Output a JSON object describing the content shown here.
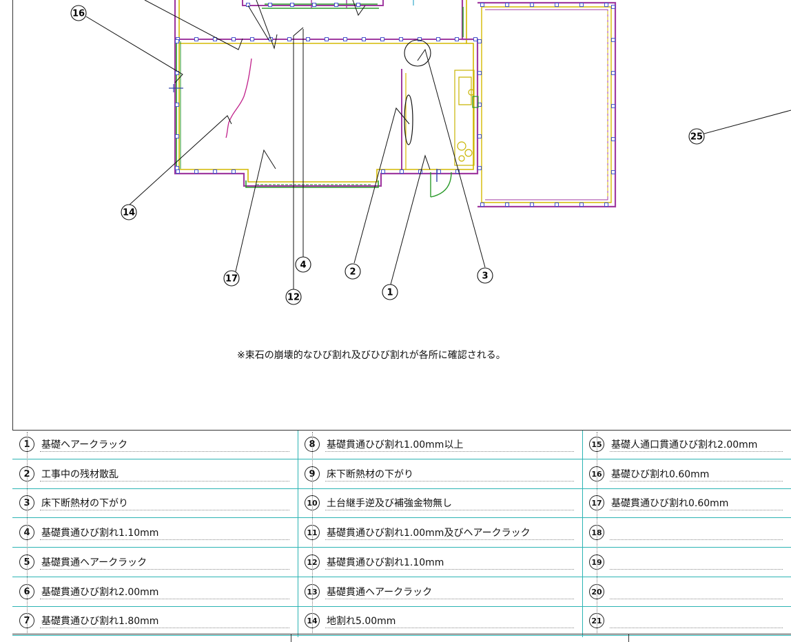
{
  "note": "※束石の崩壊的なひび割れ及びひび割れが各所に確認される。",
  "callouts": [
    {
      "label": "16"
    },
    {
      "label": "25"
    },
    {
      "label": "14"
    },
    {
      "label": "17"
    },
    {
      "label": "12"
    },
    {
      "label": "4"
    },
    {
      "label": "2"
    },
    {
      "label": "1"
    },
    {
      "label": "3"
    }
  ],
  "legend": {
    "columns": [
      {
        "items": [
          {
            "num": "1",
            "text": "基礎ヘアークラック"
          },
          {
            "num": "2",
            "text": "工事中の残材散乱"
          },
          {
            "num": "3",
            "text": "床下断熱材の下がり"
          },
          {
            "num": "4",
            "text": "基礎貫通ひび割れ1.10mm"
          },
          {
            "num": "5",
            "text": "基礎貫通ヘアークラック"
          },
          {
            "num": "6",
            "text": "基礎貫通ひび割れ2.00mm"
          },
          {
            "num": "7",
            "text": "基礎貫通ひび割れ1.80mm"
          }
        ]
      },
      {
        "items": [
          {
            "num": "8",
            "text": "基礎貫通ひび割れ1.00mm以上"
          },
          {
            "num": "9",
            "text": "床下断熱材の下がり"
          },
          {
            "num": "10",
            "text": "土台継手逆及び補強金物無し"
          },
          {
            "num": "11",
            "text": "基礎貫通ひび割れ1.00mm及びヘアークラック"
          },
          {
            "num": "12",
            "text": "基礎貫通ひび割れ1.10mm"
          },
          {
            "num": "13",
            "text": "基礎貫通ヘアークラック"
          },
          {
            "num": "14",
            "text": "地割れ5.00mm"
          }
        ]
      },
      {
        "items": [
          {
            "num": "15",
            "text": "基礎人通口貫通ひび割れ2.00mm"
          },
          {
            "num": "16",
            "text": "基礎ひび割れ0.60mm"
          },
          {
            "num": "17",
            "text": "基礎貫通ひび割れ0.60mm"
          },
          {
            "num": "18",
            "text": ""
          },
          {
            "num": "19",
            "text": ""
          },
          {
            "num": "20",
            "text": ""
          },
          {
            "num": "21",
            "text": ""
          }
        ]
      }
    ]
  },
  "colors": {
    "wall_outer": "#a03aa0",
    "wall_inner": "#d4b800",
    "wall_green": "#2a9a2a",
    "crack": "#c0208a",
    "legend_line": "#2bb3b3",
    "fixture": "#c8b400"
  }
}
